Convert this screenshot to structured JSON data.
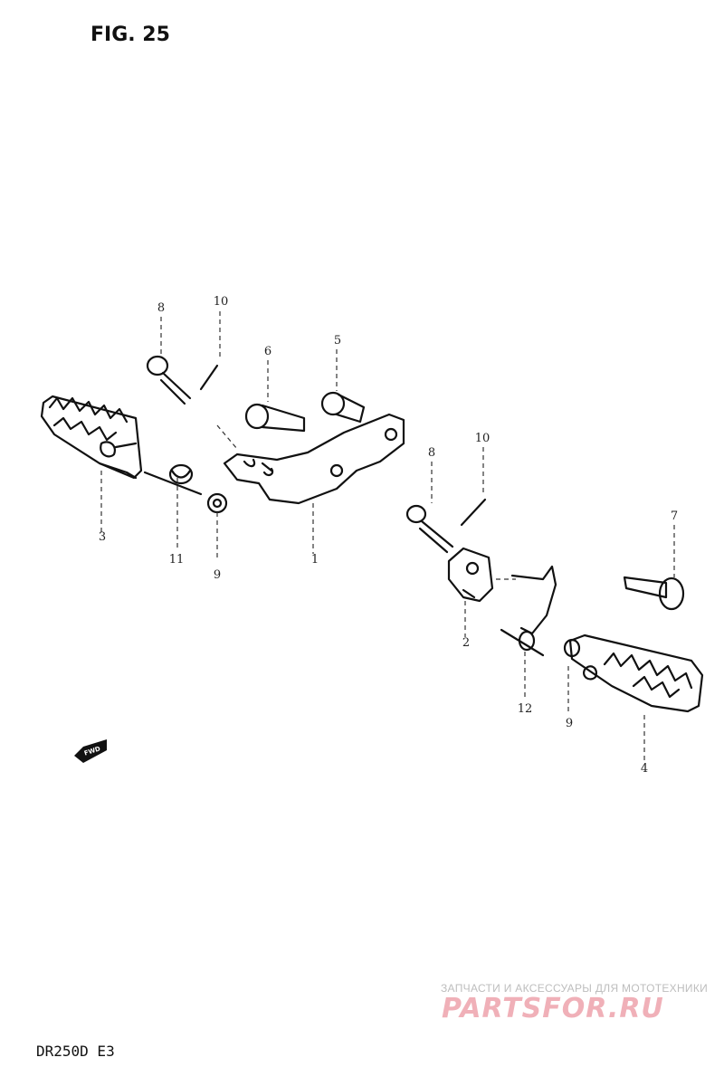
{
  "figure": {
    "title": "FIG. 25",
    "model": "DR250D E3"
  },
  "fwd_label": "FWD",
  "callouts": [
    {
      "id": "c8a",
      "text": "8"
    },
    {
      "id": "c10a",
      "text": "10"
    },
    {
      "id": "c6",
      "text": "6"
    },
    {
      "id": "c5",
      "text": "5"
    },
    {
      "id": "c3",
      "text": "3"
    },
    {
      "id": "c11",
      "text": "11"
    },
    {
      "id": "c9a",
      "text": "9"
    },
    {
      "id": "c1",
      "text": "1"
    },
    {
      "id": "c8b",
      "text": "8"
    },
    {
      "id": "c10b",
      "text": "10"
    },
    {
      "id": "c7",
      "text": "7"
    },
    {
      "id": "c2",
      "text": "2"
    },
    {
      "id": "c12",
      "text": "12"
    },
    {
      "id": "c9b",
      "text": "9"
    },
    {
      "id": "c4",
      "text": "4"
    }
  ],
  "watermark": {
    "subtitle": "ЗАПЧАСТИ И АКСЕССУАРЫ ДЛЯ МОТОТЕХНИКИ",
    "logo": "PARTSFOR.RU"
  }
}
